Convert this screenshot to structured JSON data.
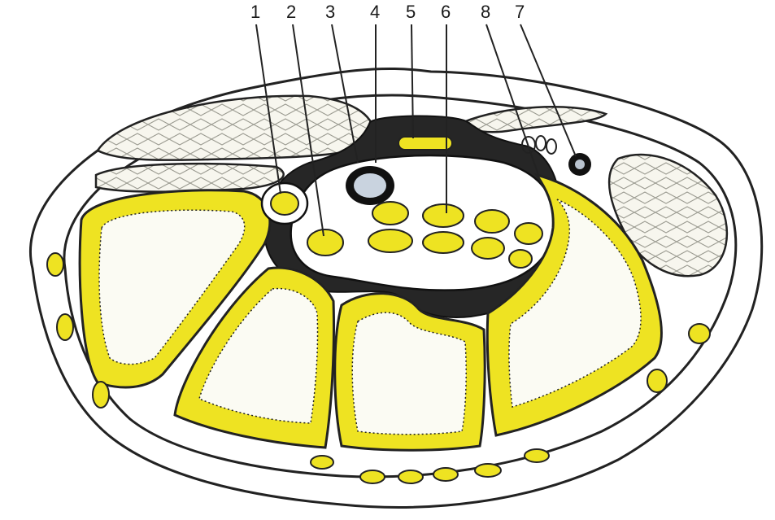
{
  "labels": [
    "1",
    "2",
    "3",
    "4",
    "5",
    "6",
    "8",
    "7"
  ],
  "colors": {
    "cortex_yellow": "#eee322",
    "dark_tissue": "#262626",
    "outline": "#222222",
    "background": "#ffffff"
  }
}
